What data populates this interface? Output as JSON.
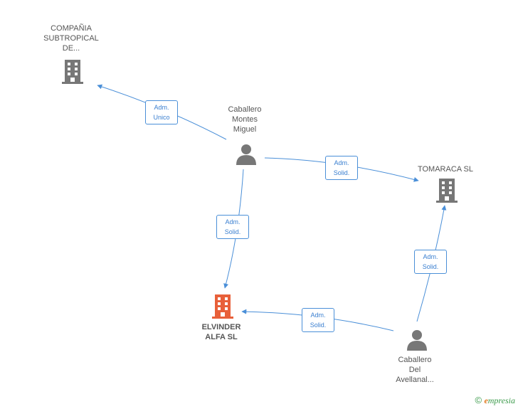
{
  "nodes": {
    "compania": {
      "label": "COMPAÑIA\nSUBTROPICAL\nDE..."
    },
    "caballero_montes": {
      "label": "Caballero\nMontes\nMiguel"
    },
    "tomaraca": {
      "label": "TOMARACA SL"
    },
    "elvinder": {
      "label": "ELVINDER\nALFA SL"
    },
    "caballero_del": {
      "label": "Caballero\nDel\nAvellanal..."
    }
  },
  "edges": {
    "e1": {
      "label": "Adm.\nUnico"
    },
    "e2": {
      "label": "Adm.\nSolid."
    },
    "e3": {
      "label": "Adm.\nSolid."
    },
    "e4": {
      "label": "Adm.\nSolid."
    },
    "e5": {
      "label": "Adm.\nSolid."
    }
  },
  "colors": {
    "edge": "#4a8fd8",
    "company_icon": "#777777",
    "main_company_icon": "#e8603a",
    "person_icon": "#777777"
  },
  "footer": {
    "copyright": "©",
    "brand_first": "e",
    "brand_rest": "mpresia"
  }
}
